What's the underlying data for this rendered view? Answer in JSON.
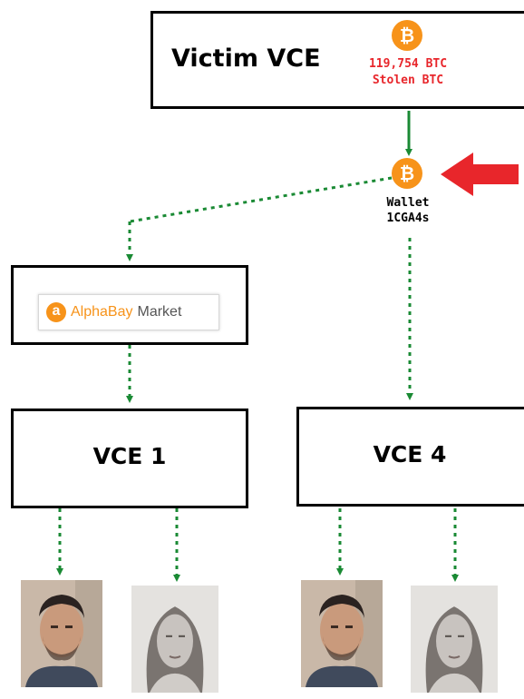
{
  "victim_box": {
    "title": "Victim VCE",
    "amount": "119,754 BTC",
    "amount_label": "Stolen BTC"
  },
  "wallet": {
    "label": "Wallet",
    "address": "1CGA4s"
  },
  "alphabay": {
    "icon_letter": "a",
    "name": "AlphaBay",
    "suffix": "Market"
  },
  "vce1": {
    "title": "VCE 1"
  },
  "vce4": {
    "title": "VCE 4"
  },
  "bitcoin_glyph": "₿",
  "colors": {
    "bitcoin_orange": "#f7931a",
    "stolen_red": "#e8262b",
    "arrow_green": "#1a8a34",
    "pointer_red": "#e8262b"
  },
  "photos": [
    {
      "subject": "male-portrait"
    },
    {
      "subject": "female-portrait"
    },
    {
      "subject": "male-portrait"
    },
    {
      "subject": "female-portrait"
    }
  ]
}
